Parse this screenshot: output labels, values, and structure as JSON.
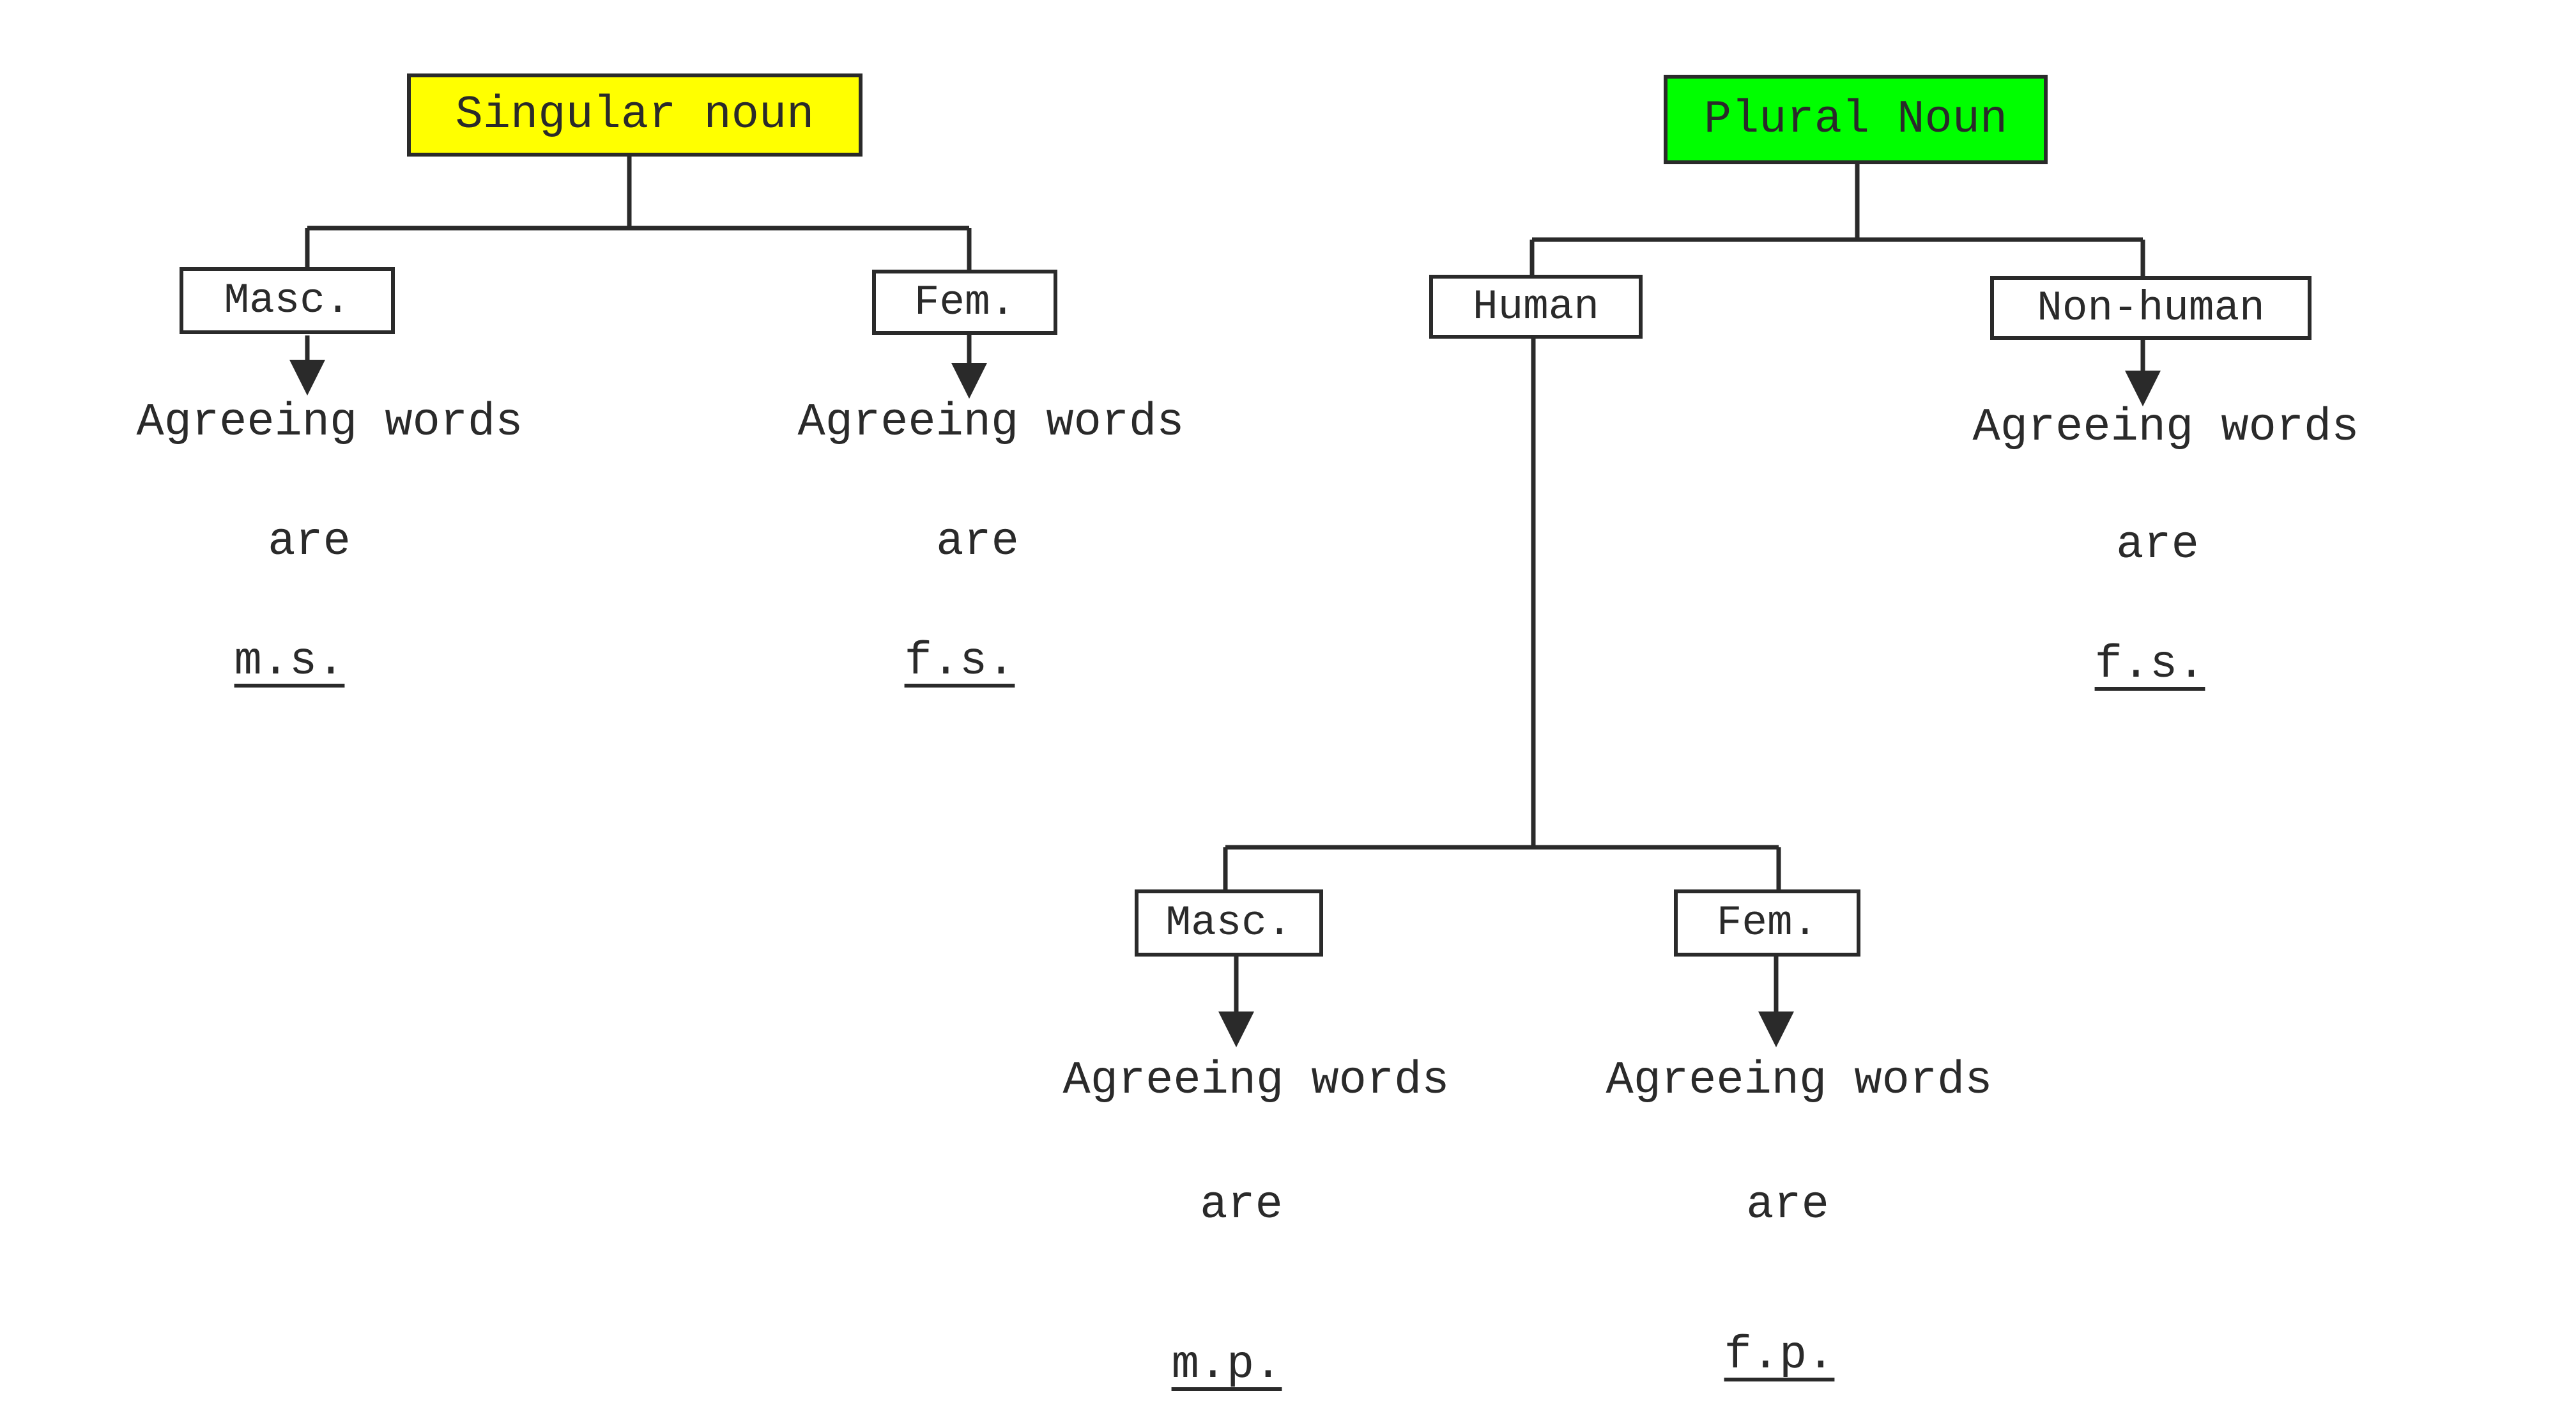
{
  "colors": {
    "singular_fill": "#ffff00",
    "plural_fill": "#00ff00",
    "line": "#2a2a2a"
  },
  "singular": {
    "title": "Singular noun",
    "masc": {
      "box": "Masc.",
      "line1": "Agreeing words",
      "line2": "are",
      "result": "m.s."
    },
    "fem": {
      "box": "Fem.",
      "line1": "Agreeing words",
      "line2": "are",
      "result": "f.s."
    }
  },
  "plural": {
    "title": "Plural Noun",
    "human": {
      "box": "Human",
      "masc": {
        "box": "Masc.",
        "line1": "Agreeing words",
        "line2": "are",
        "result": "m.p."
      },
      "fem": {
        "box": "Fem.",
        "line1": "Agreeing words",
        "line2": "are",
        "result": "f.p."
      }
    },
    "nonhuman": {
      "box": "Non-human",
      "line1": "Agreeing words",
      "line2": "are",
      "result": "f.s."
    }
  }
}
